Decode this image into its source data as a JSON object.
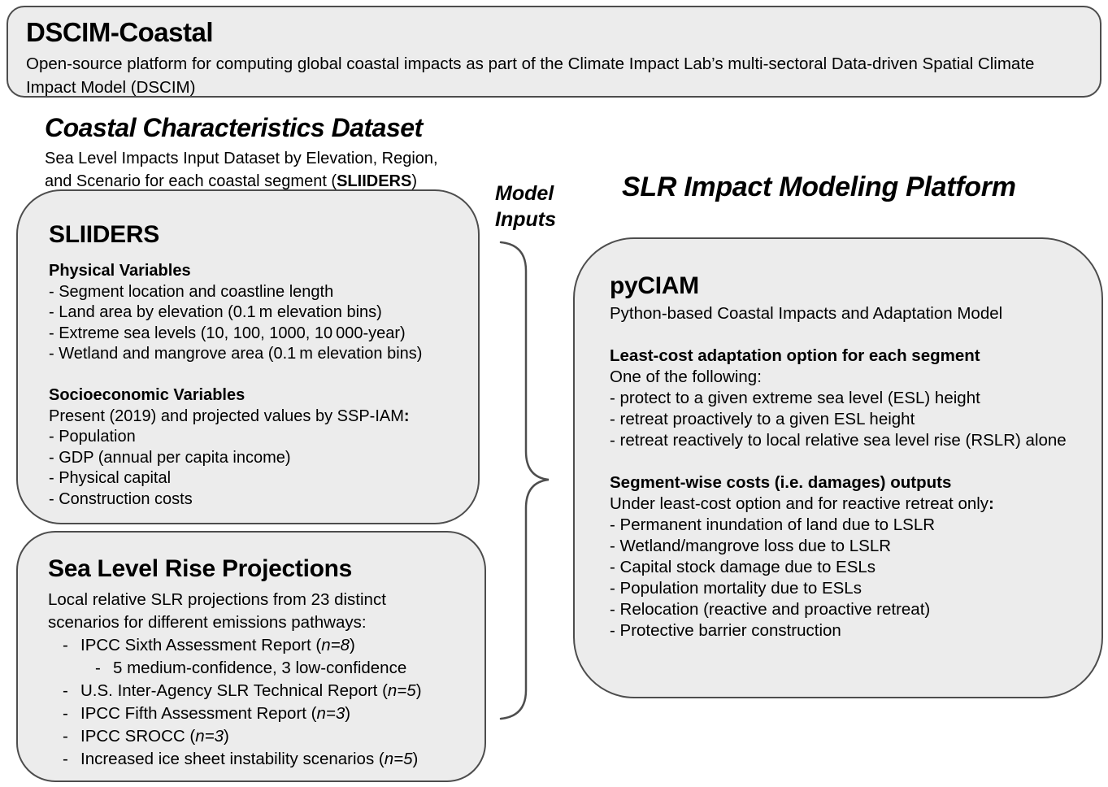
{
  "colors": {
    "box_fill": "#ececec",
    "box_border": "#4d4d4d",
    "text": "#000000",
    "background": "#ffffff"
  },
  "banner": {
    "title": "DSCIM-Coastal",
    "description": "Open-source platform for computing global coastal impacts as part of the Climate Impact Lab’s multi-sectoral Data-driven Spatial Climate Impact Model (DSCIM)"
  },
  "left": {
    "heading": "Coastal Characteristics Dataset",
    "subheading_segments": [
      {
        "t": "Sea Level Impacts Input Dataset by Elevation, Region, and Scenario for each coastal segment ("
      },
      {
        "t": "SLIIDERS",
        "b": true
      },
      {
        "t": ")"
      }
    ],
    "sliders_box": {
      "title": "SLIIDERS",
      "lines": [
        {
          "b": true,
          "seg": [
            {
              "t": "Physical Variables"
            }
          ]
        },
        {
          "seg": [
            {
              "t": "- Segment location and coastline length"
            }
          ]
        },
        {
          "seg": [
            {
              "t": "- Land area by elevation (0.1 m elevation bins)"
            }
          ]
        },
        {
          "seg": [
            {
              "t": "- Extreme sea levels (10, 100, 1000, 10 000-year)"
            }
          ]
        },
        {
          "seg": [
            {
              "t": "- Wetland and mangrove area (0.1 m elevation bins)"
            }
          ]
        },
        {
          "blank": true
        },
        {
          "b": true,
          "seg": [
            {
              "t": "Socioeconomic Variables"
            }
          ]
        },
        {
          "seg": [
            {
              "t": "Present (2019) and projected values by SSP-IAM"
            },
            {
              "t": ":",
              "b": true
            }
          ]
        },
        {
          "seg": [
            {
              "t": "- Population"
            }
          ]
        },
        {
          "seg": [
            {
              "t": "- GDP (annual per capita income)"
            }
          ]
        },
        {
          "seg": [
            {
              "t": "- Physical capital"
            }
          ]
        },
        {
          "seg": [
            {
              "t": "- Construction costs"
            }
          ]
        }
      ]
    },
    "slr_box": {
      "title": "Sea Level Rise Projections",
      "intro": "Local relative SLR projections from 23 distinct scenarios for different emissions pathways:",
      "lines": [
        {
          "ind": 1,
          "marker": "-",
          "seg": [
            {
              "t": "IPCC Sixth Assessment Report ("
            },
            {
              "t": "n=8",
              "i": true
            },
            {
              "t": ")"
            }
          ]
        },
        {
          "ind": 2,
          "marker": "-",
          "seg": [
            {
              "t": "5 medium-confidence, 3 low-confidence"
            }
          ]
        },
        {
          "ind": 1,
          "marker": "-",
          "seg": [
            {
              "t": "U.S. Inter-Agency SLR Technical Report ("
            },
            {
              "t": "n=5",
              "i": true
            },
            {
              "t": ")"
            }
          ]
        },
        {
          "ind": 1,
          "marker": "-",
          "seg": [
            {
              "t": "IPCC Fifth Assessment Report ("
            },
            {
              "t": "n=3",
              "i": true
            },
            {
              "t": ")"
            }
          ]
        },
        {
          "ind": 1,
          "marker": "-",
          "seg": [
            {
              "t": "IPCC SROCC ("
            },
            {
              "t": "n=3",
              "i": true
            },
            {
              "t": ")"
            }
          ]
        },
        {
          "ind": 1,
          "marker": "-",
          "seg": [
            {
              "t": "Increased ice sheet instability scenarios ("
            },
            {
              "t": "n=5",
              "i": true
            },
            {
              "t": ")"
            }
          ]
        }
      ]
    }
  },
  "connector": {
    "label": "Model Inputs"
  },
  "right": {
    "heading": "SLR Impact Modeling Platform",
    "pyciam_box": {
      "title": "pyCIAM",
      "subtitle": "Python-based Coastal Impacts and Adaptation Model",
      "lines": [
        {
          "blank": true
        },
        {
          "b": true,
          "seg": [
            {
              "t": "Least-cost adaptation option for each segment"
            }
          ]
        },
        {
          "seg": [
            {
              "t": "One of the following:"
            }
          ]
        },
        {
          "seg": [
            {
              "t": "- protect to a given extreme sea level (ESL) height"
            }
          ]
        },
        {
          "seg": [
            {
              "t": "- retreat proactively to a given ESL height"
            }
          ]
        },
        {
          "seg": [
            {
              "t": "- retreat reactively to local relative sea level rise (RSLR) alone"
            }
          ]
        },
        {
          "blank": true
        },
        {
          "b": true,
          "seg": [
            {
              "t": "Segment-wise costs (i.e. damages) outputs"
            }
          ]
        },
        {
          "seg": [
            {
              "t": "Under least-cost option and for reactive retreat only"
            },
            {
              "t": ":",
              "b": true
            }
          ]
        },
        {
          "seg": [
            {
              "t": "- Permanent inundation of land due to LSLR"
            }
          ]
        },
        {
          "seg": [
            {
              "t": "- Wetland/mangrove loss due to LSLR"
            }
          ]
        },
        {
          "seg": [
            {
              "t": "- Capital stock damage due to ESLs"
            }
          ]
        },
        {
          "seg": [
            {
              "t": "- Population mortality due to ESLs"
            }
          ]
        },
        {
          "seg": [
            {
              "t": "- Relocation (reactive and proactive retreat)"
            }
          ]
        },
        {
          "seg": [
            {
              "t": "- Protective barrier construction"
            }
          ]
        }
      ]
    }
  }
}
